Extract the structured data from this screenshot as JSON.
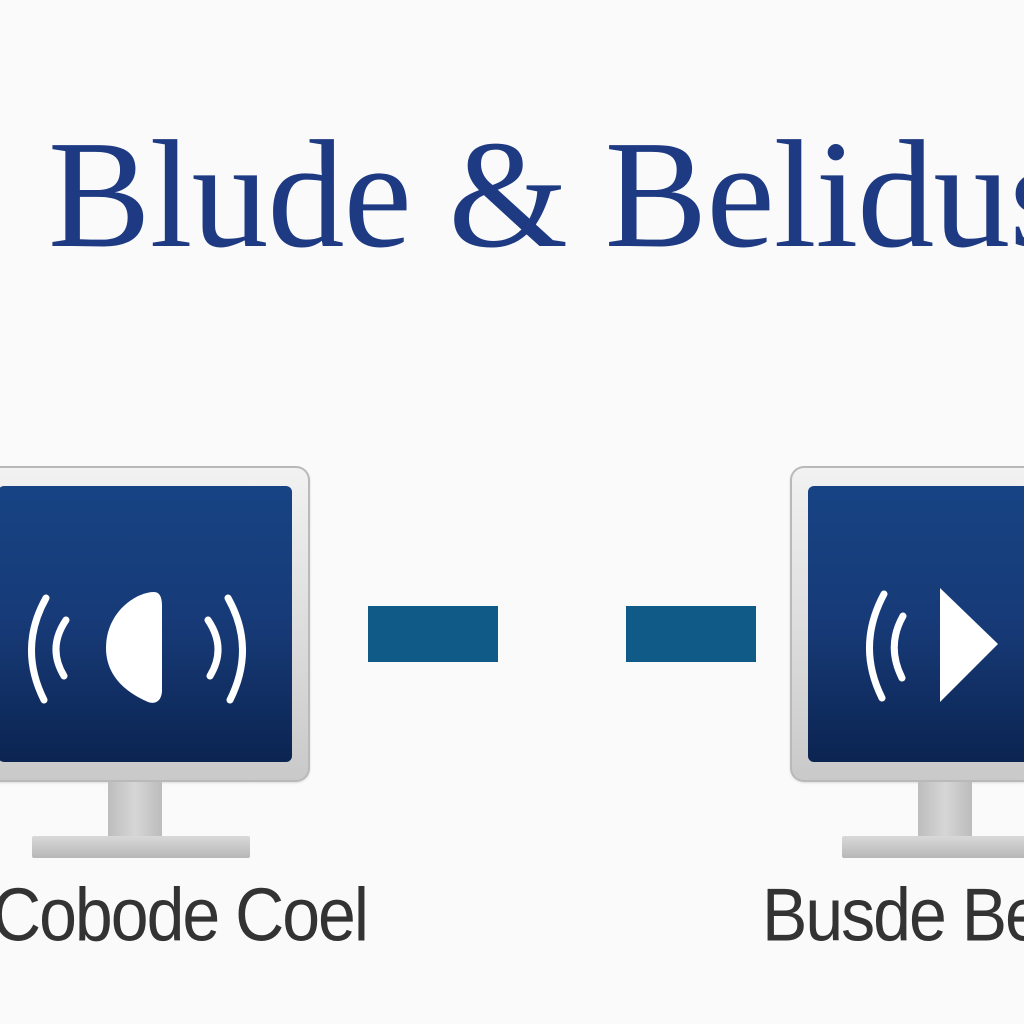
{
  "title": "Blude & Belidusoo",
  "captions": {
    "left": "Cobode Coel",
    "right": "Busde Be"
  },
  "icons": {
    "left_screen": "speaker-wave-icon",
    "right_screen": "speaker-wave-icon"
  },
  "colors": {
    "title": "#1d3a83",
    "screen_top": "#174384",
    "screen_bottom": "#0b2451",
    "connector": "#0f5a86",
    "caption": "#333333",
    "background": "#fafafa"
  }
}
